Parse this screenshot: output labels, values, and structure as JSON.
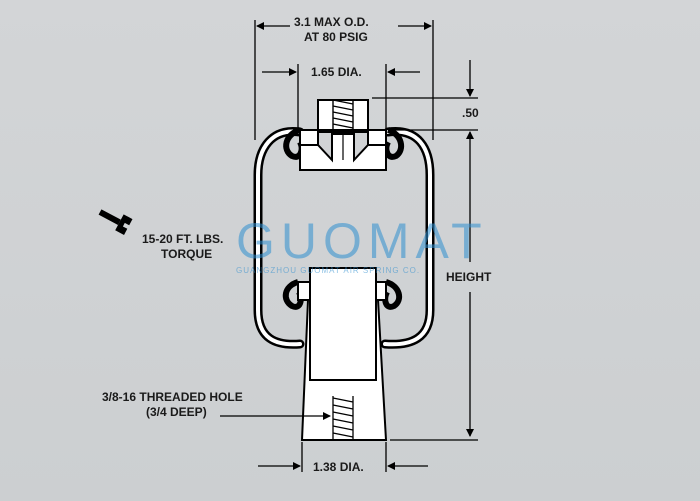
{
  "diagram": {
    "od_line1": "3.1 MAX O.D.",
    "od_line2": "AT 80 PSIG",
    "top_dia": "1.65 DIA.",
    "top_height": ".50",
    "torque_line1": "15-20 FT. LBS.",
    "torque_line2": "TORQUE",
    "overall_height": "HEIGHT",
    "hole_line1": "3/8-16 THREADED HOLE",
    "hole_line2": "(3/4 DEEP)",
    "bottom_dia": "1.38 DIA.",
    "icon": "wrench-icon"
  },
  "watermark": {
    "brand": "GUOMAT",
    "tagline": "GUANGZHOU GUOMAT AIR SPRING CO."
  },
  "colors": {
    "background": "#cfd1d3",
    "line": "#000000",
    "part_fill": "#ffffff",
    "watermark": "#2f8fd0"
  }
}
